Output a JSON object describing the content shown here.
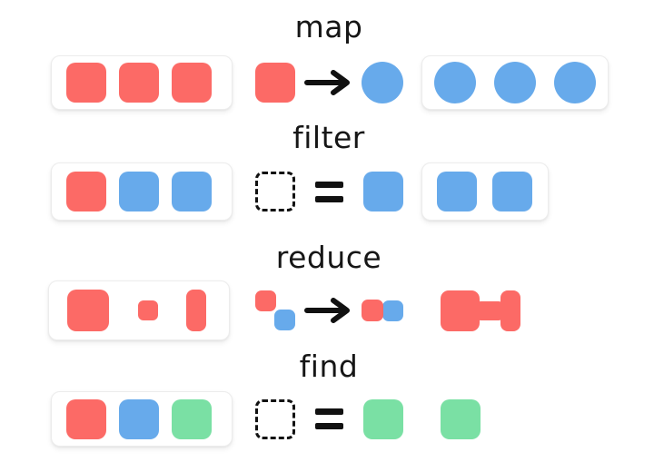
{
  "colors": {
    "red": "#fc6a66",
    "blue": "#67aaeb",
    "green": "#7ae0a4",
    "ink": "#111111",
    "card_border": "#ececec",
    "card_bg": "#ffffff"
  },
  "rows": [
    {
      "label": "map",
      "input": {
        "card": true,
        "shapes": [
          {
            "type": "square",
            "color": "red"
          },
          {
            "type": "square",
            "color": "red"
          },
          {
            "type": "square",
            "color": "red"
          }
        ]
      },
      "middle": {
        "card": false,
        "shapes": [
          {
            "type": "square",
            "color": "red"
          },
          {
            "type": "arrow"
          },
          {
            "type": "circle",
            "color": "blue"
          }
        ]
      },
      "output": {
        "card": true,
        "shapes": [
          {
            "type": "circle",
            "color": "blue"
          },
          {
            "type": "circle",
            "color": "blue"
          },
          {
            "type": "circle",
            "color": "blue"
          }
        ]
      }
    },
    {
      "label": "filter",
      "input": {
        "card": true,
        "shapes": [
          {
            "type": "square",
            "color": "red"
          },
          {
            "type": "square",
            "color": "blue"
          },
          {
            "type": "square",
            "color": "blue"
          }
        ]
      },
      "middle": {
        "card": false,
        "shapes": [
          {
            "type": "dashed-square"
          },
          {
            "type": "equals"
          },
          {
            "type": "square",
            "color": "blue"
          }
        ]
      },
      "output": {
        "card": true,
        "shapes": [
          {
            "type": "square",
            "color": "blue"
          },
          {
            "type": "square",
            "color": "blue"
          }
        ]
      }
    },
    {
      "label": "reduce",
      "input": {
        "card": true,
        "shapes": [
          {
            "type": "square-big",
            "color": "red"
          },
          {
            "type": "square-small",
            "color": "red"
          },
          {
            "type": "rect-tall",
            "color": "red"
          }
        ]
      },
      "middle": {
        "card": false,
        "shapes": [
          {
            "type": "cluster-diagonal",
            "colors": [
              "red",
              "blue"
            ]
          },
          {
            "type": "arrow"
          },
          {
            "type": "pair",
            "colors": [
              "red",
              "blue"
            ]
          }
        ]
      },
      "output": {
        "card": false,
        "shapes": [
          {
            "type": "dumbbell",
            "color": "red"
          }
        ]
      }
    },
    {
      "label": "find",
      "input": {
        "card": true,
        "shapes": [
          {
            "type": "square",
            "color": "red"
          },
          {
            "type": "square",
            "color": "blue"
          },
          {
            "type": "square",
            "color": "green"
          }
        ]
      },
      "middle": {
        "card": false,
        "shapes": [
          {
            "type": "dashed-square"
          },
          {
            "type": "equals"
          },
          {
            "type": "square",
            "color": "green"
          }
        ]
      },
      "output": {
        "card": false,
        "shapes": [
          {
            "type": "square",
            "color": "green"
          }
        ]
      }
    }
  ]
}
